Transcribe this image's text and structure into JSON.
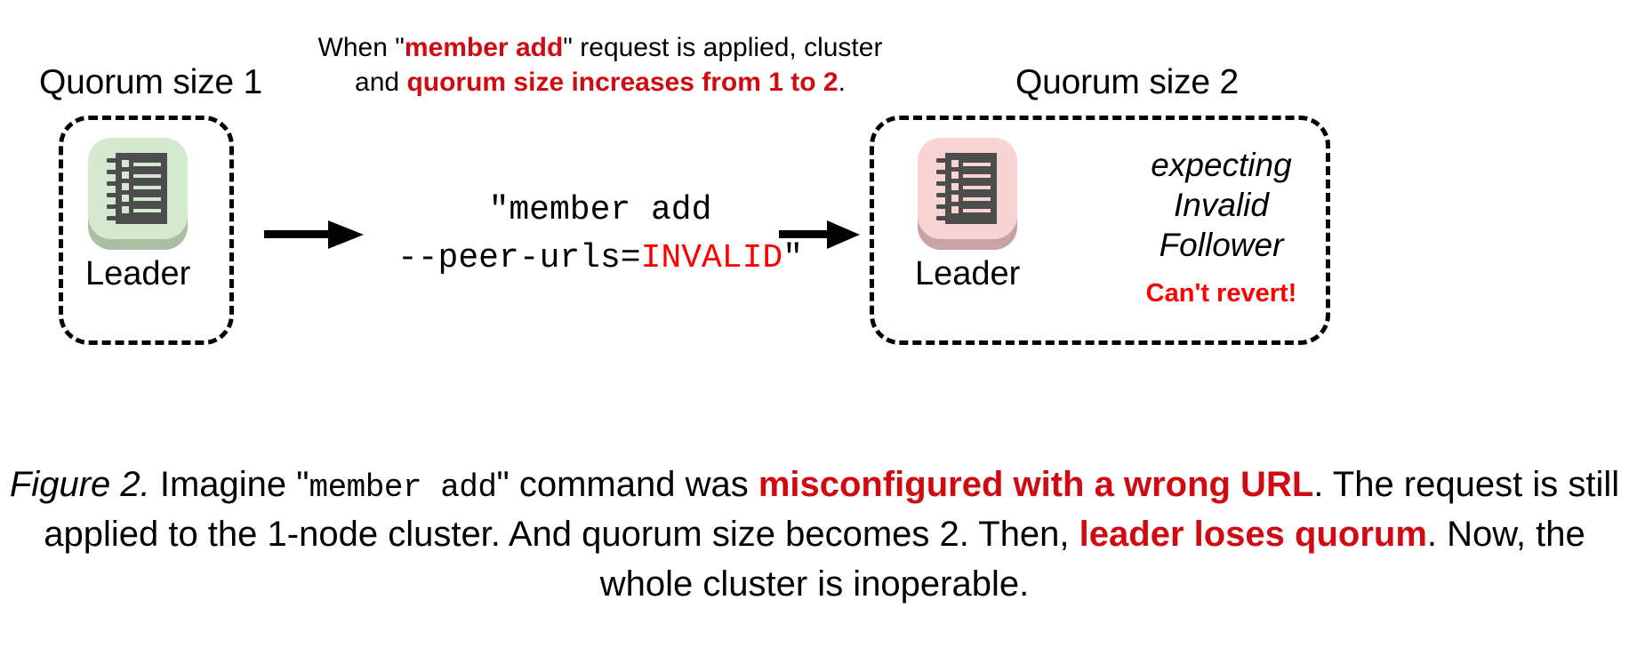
{
  "diagram": {
    "left_cluster": {
      "title": "Quorum size 1",
      "node_label": "Leader",
      "icon": "server-node-icon",
      "tile_color": "#D5E8D0",
      "shadow_color": "#A9BFA4"
    },
    "right_cluster": {
      "title": "Quorum size 2",
      "node_label": "Leader",
      "icon": "server-node-icon",
      "tile_color": "#F8D3D4",
      "shadow_color": "#C9A2A4",
      "status_lines": [
        "expecting",
        "Invalid",
        "Follower"
      ],
      "warning": "Can't revert!",
      "warning_color": "#FF0000"
    },
    "annotation": {
      "part1": "When \"",
      "highlight1": "member add",
      "part2": "\" request is applied, cluster and ",
      "highlight2": "quorum size increases from 1 to 2",
      "part3": ".",
      "highlight_color": "#D10A11"
    },
    "command": {
      "line1": "\"member add",
      "line2_prefix": "--peer-urls=",
      "line2_invalid": "INVALID",
      "line2_suffix": "\"",
      "invalid_color": "#FF0000"
    },
    "arrows": {
      "left_arrow": "arrow-right-icon",
      "right_arrow": "arrow-right-icon"
    }
  },
  "caption": {
    "figure_label": "Figure 2.",
    "t1": " Imagine \"",
    "code1": "member add",
    "t2": "\" command was ",
    "em1": "misconfigured with a wrong URL",
    "t3": ". The request is still applied to the 1-node cluster. And quorum size becomes 2. Then, ",
    "em2": "leader loses quorum",
    "t4": ". Now, the whole cluster is inoperable.",
    "emphasis_color": "#D10A11"
  }
}
